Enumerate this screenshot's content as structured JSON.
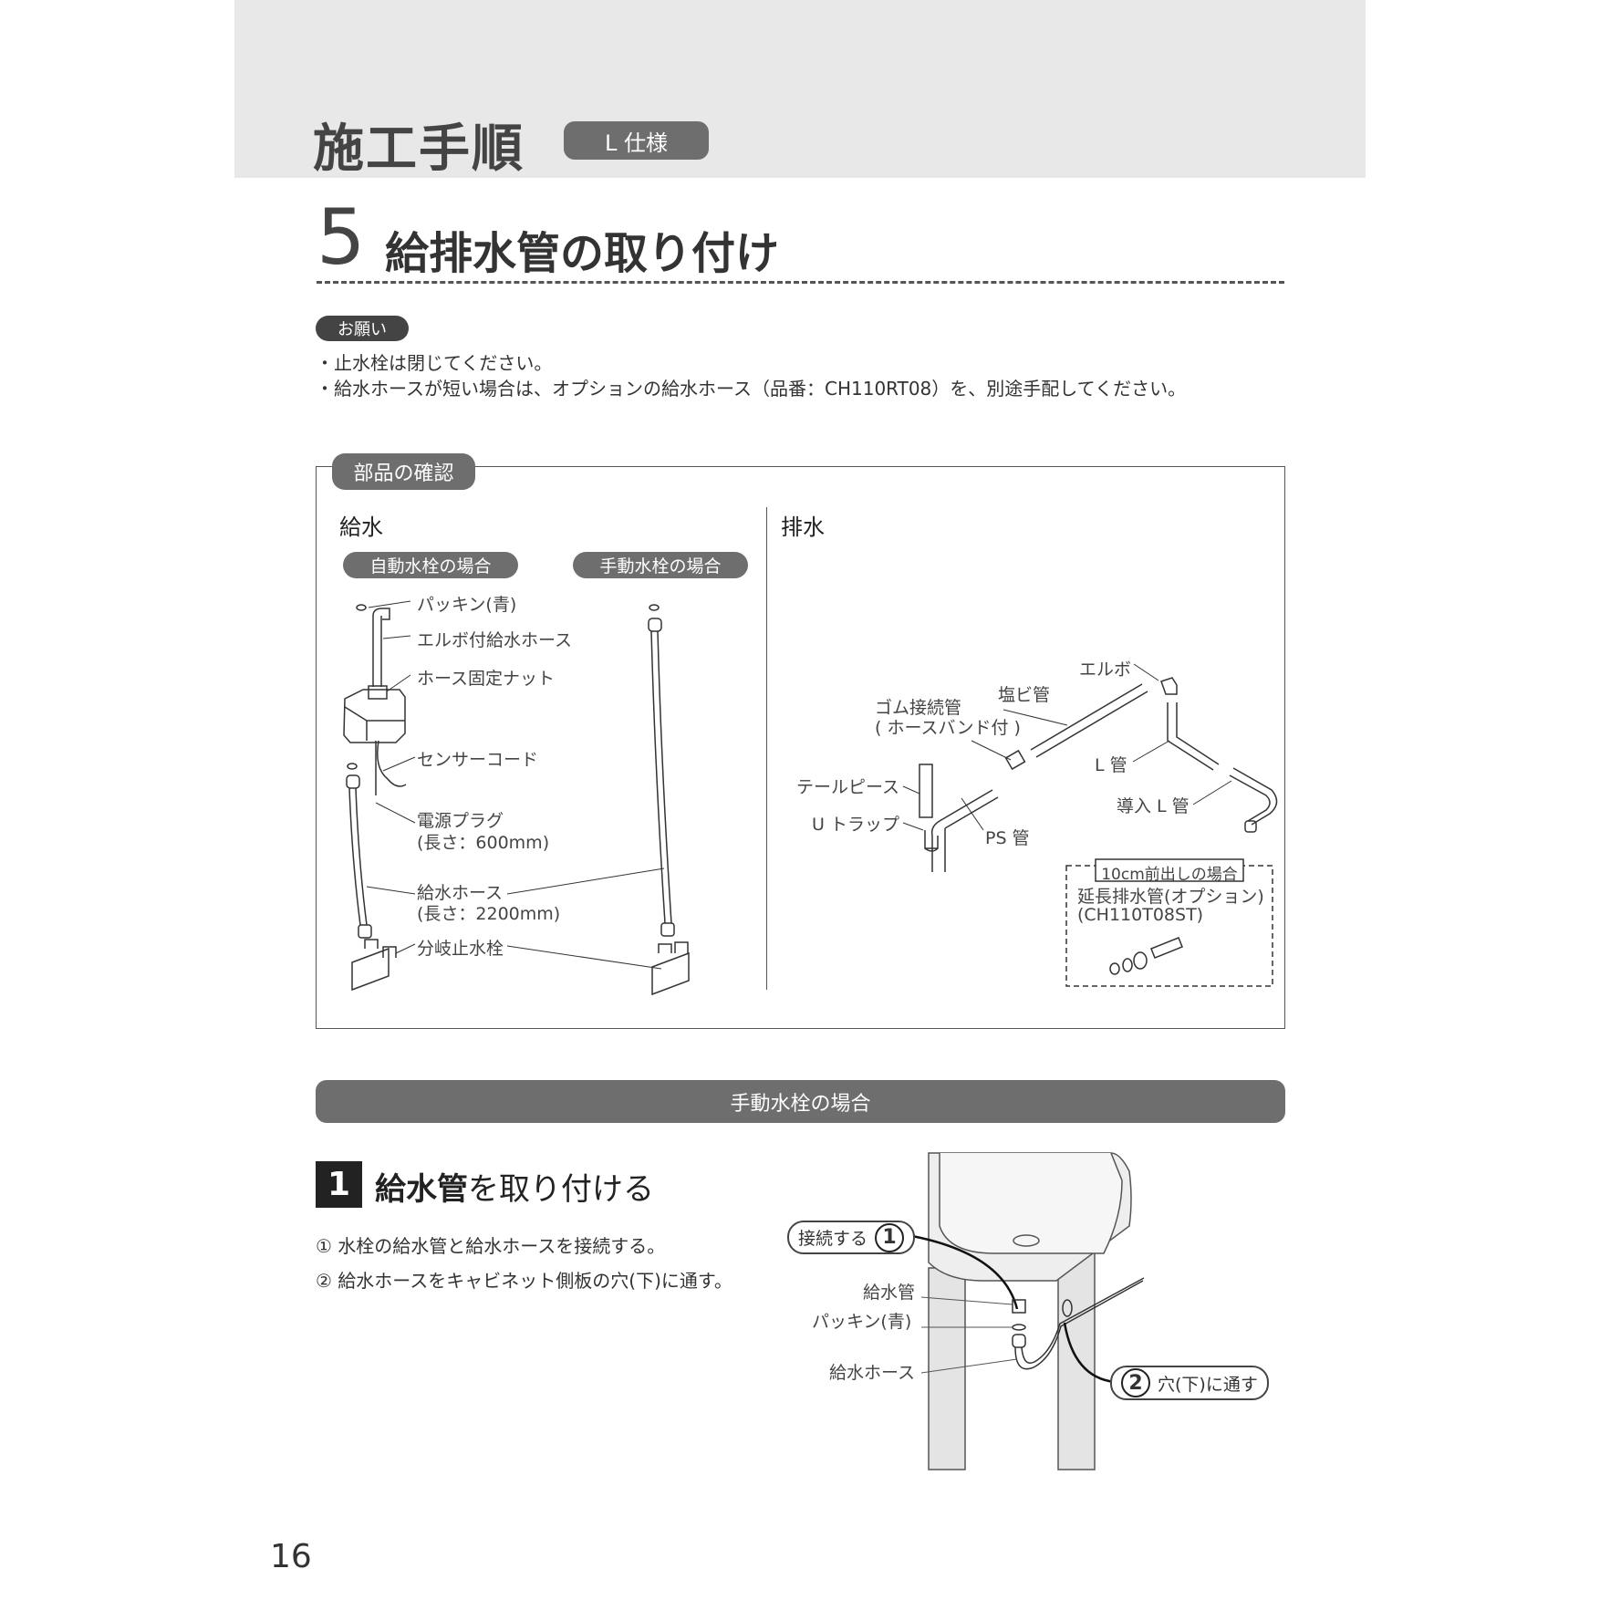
{
  "header": {
    "title": "施工手順",
    "spec_badge": "L 仕様"
  },
  "section": {
    "number": "5",
    "title": "給排水管の取り付け"
  },
  "notice": {
    "badge": "お願い",
    "items": [
      "・止水栓は閉じてください。",
      "・給水ホースが短い場合は、オプションの給水ホース（品番：CH110RT08）を、別途手配してください。"
    ]
  },
  "parts": {
    "tab": "部品の確認",
    "supply": {
      "heading": "給水",
      "auto_label": "自動水栓の場合",
      "manual_label": "手動水栓の場合",
      "items": [
        "パッキン(青)",
        "エルボ付給水ホース",
        "ホース固定ナット",
        "センサーコード",
        "電源プラグ",
        "(長さ：600mm)",
        "給水ホース",
        "(長さ：2200mm)",
        "分岐止水栓"
      ]
    },
    "drain": {
      "heading": "排水",
      "items": [
        "エルボ",
        "塩ビ管",
        "ゴム接続管",
        "( ホースバンド付 )",
        "テールピース",
        "U トラップ",
        "PS 管",
        "L 管",
        "導入 L 管"
      ],
      "option": {
        "label": "10cm前出しの場合",
        "name": "延長排水管(オプション)",
        "code": "(CH110T08ST)"
      }
    }
  },
  "band": "手動水栓の場合",
  "step": {
    "number": "1",
    "title_bold": "給水管",
    "title_rest": "を取り付ける",
    "instructions": [
      "① 水栓の給水管と給水ホースを接続する。",
      "② 給水ホースをキャビネット側板の穴(下)に通す。"
    ]
  },
  "figure": {
    "callout1_text": "接続する",
    "callout1_num": "1",
    "callout2_num": "2",
    "callout2_text": "穴(下)に通す",
    "labels": [
      "給水管",
      "パッキン(青)",
      "給水ホース"
    ]
  },
  "page_number": "16"
}
